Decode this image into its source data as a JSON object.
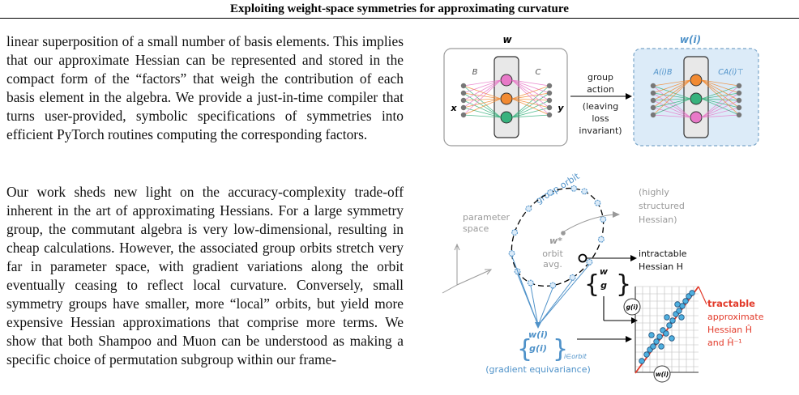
{
  "header": {
    "title": "Exploiting weight-space symmetries for approximating curvature"
  },
  "body": {
    "para1": "linear superposition of a small number of basis elements. This implies that our approximate Hessian can be represented and stored in the compact form of the “factors” that weigh the contribution of each basis element in the algebra. We provide a just-in-time compiler that turns user-provided, symbolic specifications of symmetries into efficient PyTorch routines computing the corresponding factors.",
    "para2": "Our work sheds new light on the accuracy-complexity trade-off inherent in the art of approximating Hessians. For a large symmetry group, the commutant algebra is very low-dimensional, resulting in cheap calculations. However, the associated group orbits stretch very far in parameter space, with gradient variations along the orbit eventually ceasing to reflect local curvature. Conversely, small symmetry groups have smaller, more “local” orbits, but yield more expensive Hessian approximations that comprise more terms. We show that both Shampoo and Muon can be understood as making a specific choice of permutation subgroup within our frame-"
  },
  "figure": {
    "top": {
      "left_label": "w",
      "right_label": "w(i)",
      "B": "B",
      "C": "C",
      "x": "x",
      "y": "y",
      "AiB": "A(i)B",
      "CAiT": "CA(i)⊤",
      "arrow_text": [
        "group",
        "action",
        "(leaving",
        "loss",
        "invariant)"
      ]
    },
    "bottom": {
      "group_orbit": "group orbit",
      "parameter_space": [
        "parameter",
        "space"
      ],
      "highly_structured": [
        "(highly",
        "structured",
        "Hessian)"
      ],
      "w_star": "w*",
      "orbit_avg": [
        "orbit",
        "avg."
      ],
      "intractable": [
        "intractable",
        "Hessian H"
      ],
      "wg_w": "w",
      "wg_g": "g",
      "gi": "g(i)",
      "wi": "w(i)",
      "set_w": "w(i)",
      "set_g": "g(i)",
      "set_sub": "i∈orbit",
      "gradient_equivariance": "(gradient equivariance)",
      "tractable": "tractable",
      "approximate": [
        "approximate",
        "Hessian Ĥ",
        "and Ĥ⁻¹"
      ]
    },
    "colors": {
      "blue": "#4f92c9",
      "red": "#e23a2a",
      "gray": "#8a8a8a",
      "panel_blue": "#dcebf8"
    }
  }
}
